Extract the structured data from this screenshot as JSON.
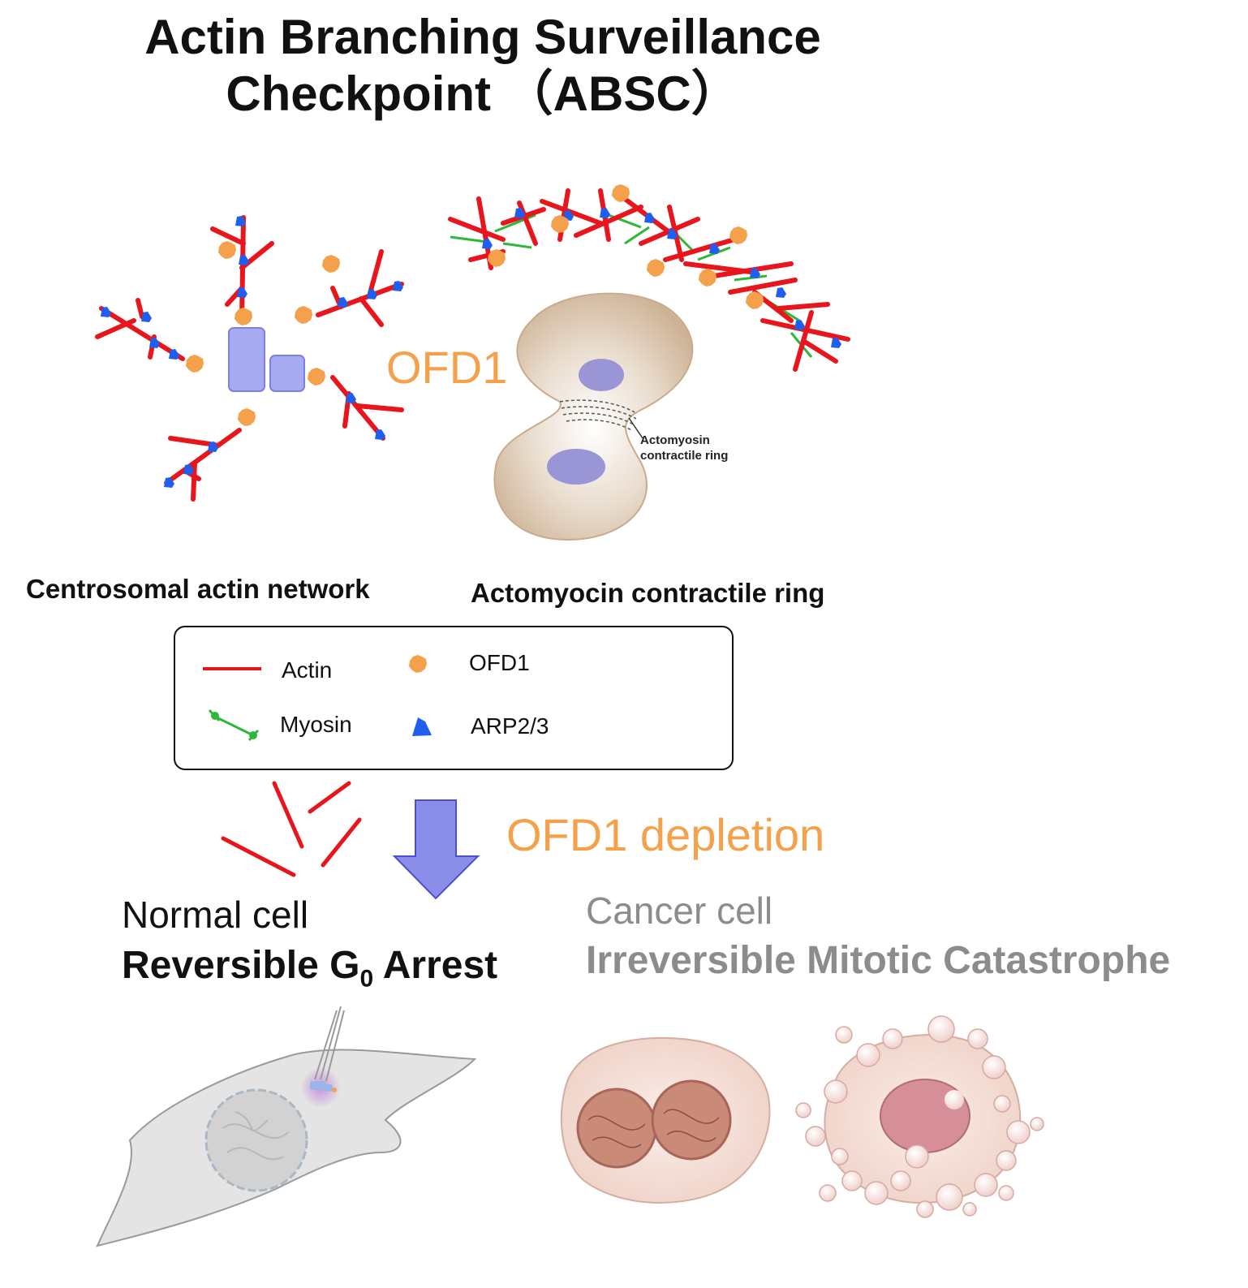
{
  "title": {
    "line1": "Actin Branching Surveillance",
    "line2": "Checkpoint （ABSC）"
  },
  "center_label": "OFD1",
  "ring_annotation": {
    "line1": "Actomyosin",
    "line2": "contractile ring"
  },
  "sections": {
    "left": "Centrosomal actin network",
    "right": "Actomyocin contractile ring"
  },
  "legend": {
    "items": [
      {
        "label": "Actin",
        "icon": "red-line"
      },
      {
        "label": "OFD1",
        "icon": "orange-blob"
      },
      {
        "label": "Myosin",
        "icon": "green-dumbbell"
      },
      {
        "label": "ARP2/3",
        "icon": "blue-wedge"
      }
    ]
  },
  "depletion_label": "OFD1 depletion",
  "normal": {
    "sub": "Normal cell",
    "main_prefix": "Reversible G",
    "main_subscript": "0",
    "main_suffix": " Arrest"
  },
  "cancer": {
    "sub": "Cancer cell",
    "main": "Irreversible Mitotic Catastrophe"
  },
  "colors": {
    "actin": "#e8151d",
    "ofd1": "#f5a04a",
    "myosin": "#2db83a",
    "arp": "#1e5ef0",
    "arrow": "#8a8ee8",
    "centrosome": "#a6aaf0"
  }
}
